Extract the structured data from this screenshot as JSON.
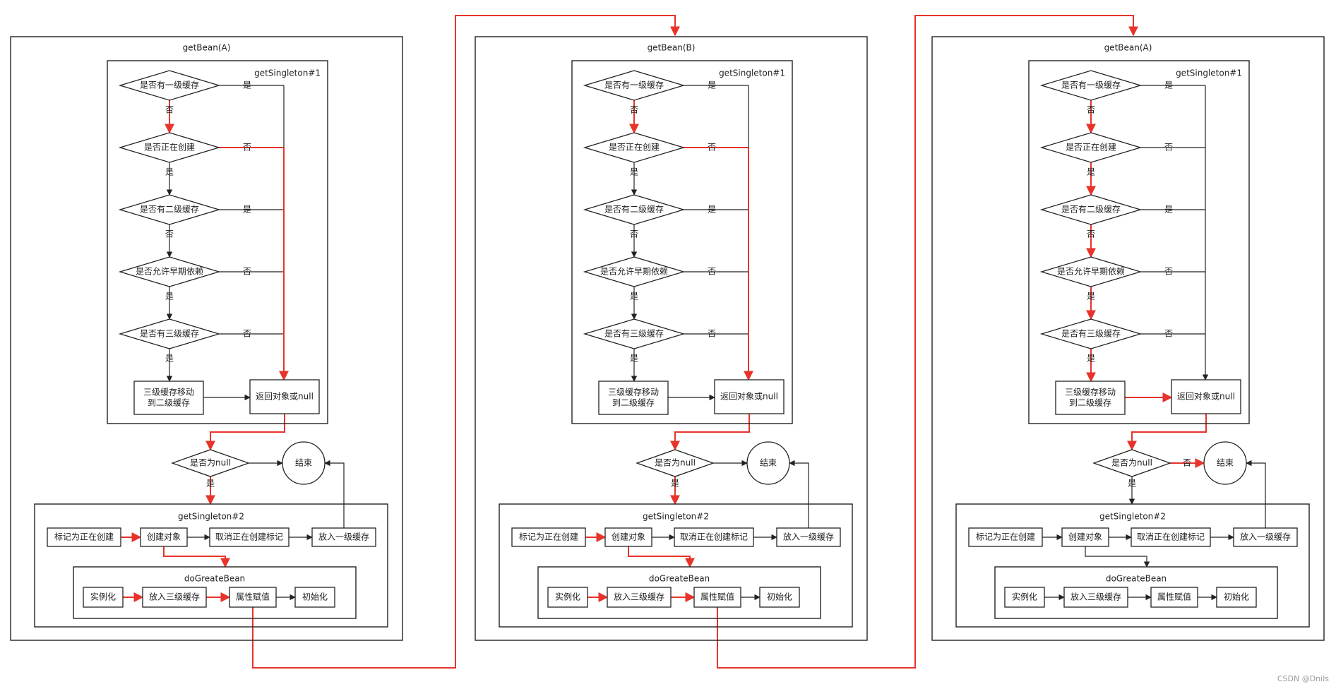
{
  "panels": [
    {
      "title": "getBean(A)",
      "singleton1": {
        "title": "getSingleton#1",
        "decisions": [
          "是否有一级缓存",
          "是否正在创建",
          "是否有二级缓存",
          "是否允许早期依赖",
          "是否有三级缓存"
        ],
        "side_labels": [
          "是",
          "否",
          "是",
          "否",
          "否"
        ],
        "down_labels": [
          "否",
          "是",
          "否",
          "是",
          "是"
        ],
        "move_box": [
          "三级缓存移动",
          "到二级缓存"
        ],
        "return_box": "返回对象或null"
      },
      "null_check": "是否为null",
      "null_yes": "是",
      "null_no": "",
      "end": "结束",
      "singleton2": {
        "title": "getSingleton#2",
        "steps": [
          "标记为正在创建",
          "创建对象",
          "取消正在创建标记",
          "放入一级缓存"
        ]
      },
      "do_create": {
        "title": "doGreateBean",
        "steps": [
          "实例化",
          "放入三级缓存",
          "属性赋值",
          "初始化"
        ]
      }
    },
    {
      "title": "getBean(B)",
      "singleton1": {
        "title": "getSingleton#1",
        "decisions": [
          "是否有一级缓存",
          "是否正在创建",
          "是否有二级缓存",
          "是否允许早期依赖",
          "是否有三级缓存"
        ],
        "side_labels": [
          "是",
          "否",
          "是",
          "否",
          "否"
        ],
        "down_labels": [
          "否",
          "是",
          "否",
          "是",
          "是"
        ],
        "move_box": [
          "三级缓存移动",
          "到二级缓存"
        ],
        "return_box": "返回对象或null"
      },
      "null_check": "是否为null",
      "null_yes": "是",
      "null_no": "",
      "end": "结束",
      "singleton2": {
        "title": "getSingleton#2",
        "steps": [
          "标记为正在创建",
          "创建对象",
          "取消正在创建标记",
          "放入一级缓存"
        ]
      },
      "do_create": {
        "title": "doGreateBean",
        "steps": [
          "实例化",
          "放入三级缓存",
          "属性赋值",
          "初始化"
        ]
      }
    },
    {
      "title": "getBean(A)",
      "singleton1": {
        "title": "getSingleton#1",
        "decisions": [
          "是否有一级缓存",
          "是否正在创建",
          "是否有二级缓存",
          "是否允许早期依赖",
          "是否有三级缓存"
        ],
        "side_labels": [
          "是",
          "否",
          "是",
          "否",
          "否"
        ],
        "down_labels": [
          "否",
          "是",
          "否",
          "是",
          "是"
        ],
        "move_box": [
          "三级缓存移动",
          "到二级缓存"
        ],
        "return_box": "返回对象或null"
      },
      "null_check": "是否为null",
      "null_yes": "是",
      "null_no": "否",
      "end": "结束",
      "singleton2": {
        "title": "getSingleton#2",
        "steps": [
          "标记为正在创建",
          "创建对象",
          "取消正在创建标记",
          "放入一级缓存"
        ]
      },
      "do_create": {
        "title": "doGreateBean",
        "steps": [
          "实例化",
          "放入三级缓存",
          "属性赋值",
          "初始化"
        ]
      }
    }
  ],
  "watermark": "CSDN @Dnils",
  "colors": {
    "line": "#222222",
    "highlight": "#e8332a",
    "fill": "#ffffff"
  }
}
